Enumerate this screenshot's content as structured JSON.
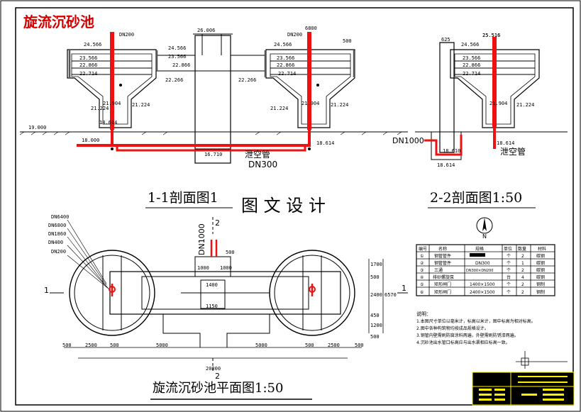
{
  "title_main": "旋流沉砂池",
  "watermark": "图 文 设 计",
  "section_1": {
    "caption": "1-1剖面图1",
    "pipe_label": "泄空管",
    "pipe_dn": "DN300",
    "levels": [
      "24.566",
      "23.566",
      "22.866",
      "22.714",
      "22.266",
      "21.904",
      "21.224",
      "19.000",
      "18.614",
      "18.000",
      "16.710",
      "26.006",
      "25.516"
    ],
    "pipes": [
      "DN200",
      "DN200"
    ],
    "dims": [
      "6800",
      "500"
    ]
  },
  "section_2": {
    "caption": "2-2剖面图1:50",
    "left_pipe": "DN1000",
    "right_label": "泄空管",
    "levels": [
      "625",
      "25.516",
      "24.566",
      "23.566",
      "22.866",
      "22.714",
      "21.904",
      "21.224",
      "18.614",
      "18.610"
    ]
  },
  "plan": {
    "caption": "旋流沉砂池平面图1:50",
    "pipe_labels": [
      "DN6400",
      "DN6800",
      "DN1860",
      "DN400",
      "DN200"
    ],
    "inlet": "DN1000",
    "section_markers": [
      "1",
      "1",
      "2",
      "2"
    ],
    "dims_bottom": [
      "500",
      "2500",
      "500",
      "5000",
      "5000",
      "500",
      "2500",
      "500"
    ],
    "dim_total": "20800",
    "dims_right": [
      "1700",
      "500",
      "2400",
      "6570",
      "450",
      "1200",
      "500"
    ],
    "dims_inner": [
      "1000",
      "1000",
      "1400",
      "1150",
      "500"
    ]
  },
  "north": "N",
  "table": {
    "headers": [
      "编号",
      "名称",
      "规格",
      "单位",
      "数量",
      "材料"
    ],
    "rows": [
      [
        "①",
        "钢管管件",
        "",
        "个",
        "2",
        "碳钢"
      ],
      [
        "②",
        "钢管管件",
        "DN300",
        "个",
        "1",
        "碳钢"
      ],
      [
        "③",
        "三通",
        "DN300×DN200",
        "个",
        "2",
        "碳钢"
      ],
      [
        "④",
        "排砂螺旋泵",
        "",
        "台",
        "4",
        "碳钢"
      ],
      [
        "⑤",
        "矩形闸门",
        "1400×1500",
        "个",
        "2",
        "钢制"
      ],
      [
        "⑥",
        "矩形闸门",
        "2400×1500",
        "个",
        "2",
        "钢制"
      ]
    ]
  },
  "notes": {
    "title": "说明：",
    "lines": [
      "1.本图尺寸单位以毫米计，标高以米计，图中标高为相对标高。",
      "2.图中各种构筑物均按成品规格设计。",
      "3.钢管内壁需刷防腐涂料两遍，外壁需刷防锈漆两遍。",
      "4.沉砂池出水管口标高应与出水渠相应标高一致。"
    ]
  },
  "colors": {
    "pipe": "#ee1111",
    "line": "#000000",
    "accent": "#ffee00",
    "title": "#d40000"
  }
}
